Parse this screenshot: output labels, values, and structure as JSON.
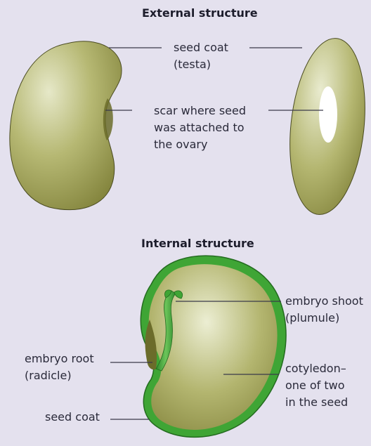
{
  "external": {
    "heading": "External structure",
    "seed_coat": {
      "line1": "seed coat",
      "line2": "(testa)"
    },
    "scar": {
      "line1": "scar where seed",
      "line2": "was attached to",
      "line3": "the ovary"
    }
  },
  "internal": {
    "heading": "Internal structure",
    "shoot": {
      "line1": "embryo shoot",
      "line2": "(plumule)"
    },
    "root": {
      "line1": "embryo root",
      "line2": "(radicle)"
    },
    "cotyledon": {
      "line1": "cotyledon–",
      "line2": "one of two",
      "line3": "in the seed"
    },
    "seed_coat": "seed coat"
  },
  "colors": {
    "background": "#e4e1ee",
    "seed_fill": "#8d8e44",
    "seed_coat_green": "#3fa535",
    "leader_line": "#3a3a4a"
  }
}
